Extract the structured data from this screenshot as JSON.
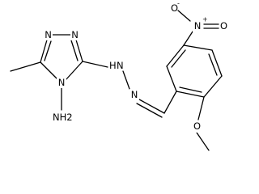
{
  "molecule": {
    "atoms": {
      "triazole_n1": "N",
      "triazole_n2": "N",
      "triazole_n4": "N",
      "amino_nh2": "NH2",
      "hydrazone_nh": "H",
      "hydrazone_n_lower": "N",
      "hydrazone_n_upper": "N",
      "nitro_n": "N",
      "nitro_n_charge": "+",
      "nitro_o_top": "O",
      "nitro_o_top_charge": "-",
      "nitro_o_right": "O",
      "methoxy_o": "O"
    }
  }
}
